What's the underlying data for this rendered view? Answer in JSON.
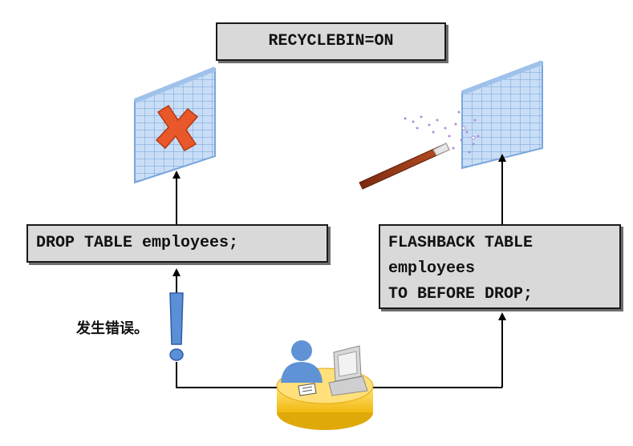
{
  "recyclebin_box": {
    "text": "RECYCLEBIN=ON"
  },
  "drop_box": {
    "text": "DROP TABLE employees;"
  },
  "flashback_box": {
    "lines": [
      "FLASHBACK TABLE",
      "employees",
      "TO BEFORE DROP;"
    ]
  },
  "error_label": {
    "text": "发生错误。"
  },
  "icons": {
    "dropped_table": "table-grid-with-x-icon",
    "restored_table": "table-grid-icon",
    "magic_wand": "magic-wand-icon",
    "exclamation": "exclamation-icon",
    "user_workstation": "user-at-computer-icon"
  },
  "colors": {
    "box_fill": "#d9d9d9",
    "table_blue": "#aecdf0",
    "x_mark": "#e8582a",
    "exclamation": "#5b8fd6",
    "desk": "#f4c21a",
    "connector": "#000000"
  }
}
